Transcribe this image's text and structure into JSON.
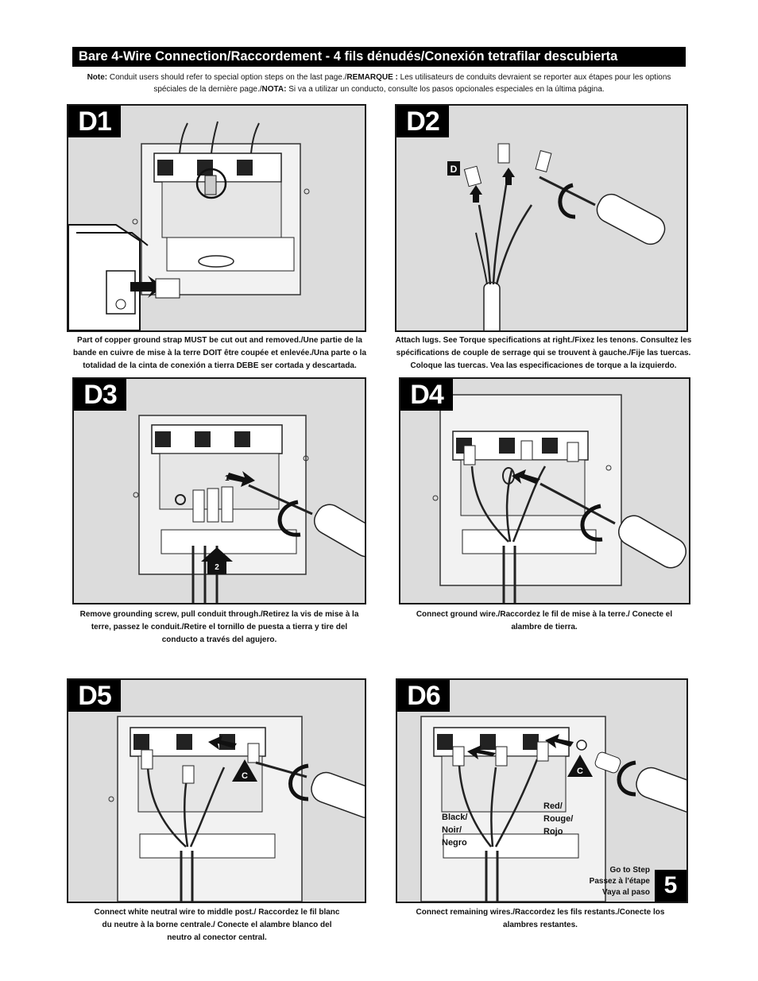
{
  "header": {
    "title": "Bare 4-Wire Connection/Raccordement - 4 fils dénudés/Conexión tetrafilar descubierta"
  },
  "note": {
    "prefix": "Note:",
    "en": " Conduit users should refer to special option steps on the last page./",
    "fr_label": "REMARQUE :",
    "fr": " Les utilisateurs de conduits devraient se reporter aux étapes pour les options spéciales de la dernière page./",
    "es_label": "NOTA:",
    "es": " Si va a utilizar un conducto, consulte los pasos opcionales especiales en la última página."
  },
  "panels": [
    {
      "id": "D1",
      "caption": "Part of copper ground strap MUST be cut out and removed./Une partie de la bande en cuivre de mise à la terre DOIT être coupée et enlevée./Una parte o la totalidad de la cinta de conexión a tierra DEBE ser cortada y descartada."
    },
    {
      "id": "D2",
      "caption": "Attach lugs. See Torque specifications at right./Fixez les tenons. Consultez les spécifications de couple de serrage qui se trouvent à gauche./Fije las tuercas. Coloque las tuercas. Vea las especificaciones de torque a la izquierdo.",
      "marker": "D"
    },
    {
      "id": "D3",
      "caption": "Remove grounding screw, pull conduit through./Retirez la vis de mise à la terre, passez le conduit./Retire el tornillo de puesta a tierra y tire del conducto a través del agujero.",
      "marker_1": "1",
      "marker_2": "2"
    },
    {
      "id": "D4",
      "caption": "Connect ground wire./Raccordez le fil de mise à la terre./ Conecte el alambre de tierra."
    },
    {
      "id": "D5",
      "caption": "Connect white neutral wire to middle post./ Raccordez le fil blanc du neutre à la borne centrale./ Conecte el alambre blanco del neutro al conector central.",
      "marker": "C"
    },
    {
      "id": "D6",
      "caption": "Connect remaining wires./Raccordez les fils restants./Conecte los alambres restantes.",
      "marker": "C",
      "black_label": [
        "Black/",
        "Noir/",
        "Negro"
      ],
      "red_label": [
        "Red/",
        "Rouge/",
        "Rojo"
      ],
      "goto": [
        "Go to Step",
        "Passez à l'étape",
        "Vaya al paso"
      ],
      "goto_step": "5"
    }
  ],
  "icons": {
    "terminal_block": "terminal-block-icon",
    "screwdriver": "screwdriver-icon",
    "rotate": "rotate-arrow-icon",
    "push_arrow": "push-arrow-icon"
  }
}
